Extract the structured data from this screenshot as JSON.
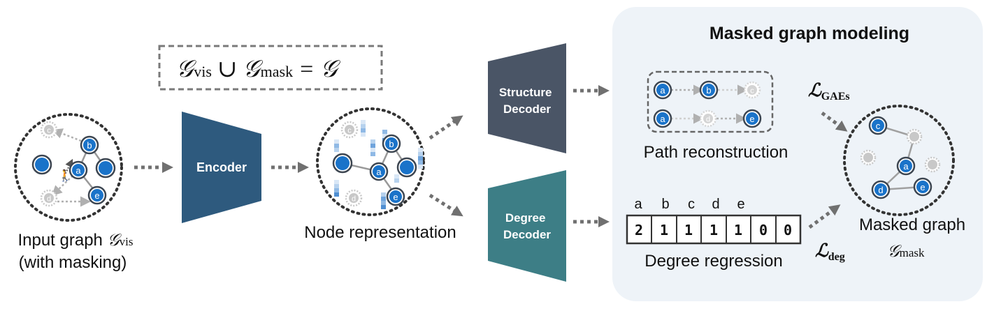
{
  "colors": {
    "panel_bg": "#eef3f8",
    "encoder": "#2e5a7e",
    "structure_decoder": "#4a5566",
    "degree_decoder": "#3d7e86",
    "node_fill": "#1a73c9",
    "node_stroke": "#3d4651",
    "masked_node": "#c4c4c4",
    "arrow": "#707070"
  },
  "panel": {
    "title": "Masked graph modeling"
  },
  "equation": {
    "g1": "𝒢",
    "sub1": "vis",
    "union": "∪",
    "g2": "𝒢",
    "sub2": "mask",
    "eq": "=",
    "g3": "𝒢"
  },
  "input_graph": {
    "caption_line1_prefix": "Input graph ",
    "caption_g": "𝒢",
    "caption_sub": "vis",
    "caption_line2": "(with masking)",
    "nodes": {
      "a": "a",
      "b": "b",
      "c": "c",
      "d": "d",
      "e": "e"
    }
  },
  "encoder": {
    "label": "Encoder"
  },
  "node_representation": {
    "caption": "Node representation",
    "nodes": {
      "a": "a",
      "b": "b",
      "c": "c",
      "d": "d",
      "e": "e"
    }
  },
  "structure_decoder": {
    "line1": "Structure",
    "line2": "Decoder"
  },
  "degree_decoder": {
    "line1": "Degree",
    "line2": "Decoder"
  },
  "path_reconstruction": {
    "caption": "Path reconstruction",
    "path1": [
      "a",
      "b",
      "c"
    ],
    "path2": [
      "a",
      "d",
      "e"
    ]
  },
  "degree_regression": {
    "caption": "Degree regression",
    "letters": [
      "a",
      "b",
      "c",
      "d",
      "e"
    ],
    "values": [
      "2",
      "1",
      "1",
      "1",
      "1",
      "0",
      "0"
    ]
  },
  "masked_graph": {
    "caption_line1": "Masked graph",
    "caption_g": "𝒢",
    "caption_sub": "mask",
    "nodes": {
      "a": "a",
      "c": "c",
      "d": "d",
      "e": "e"
    }
  },
  "losses": {
    "gaes_symbol": "ℒ",
    "gaes_sub": "GAEs",
    "deg_symbol": "ℒ",
    "deg_sub": "deg"
  }
}
